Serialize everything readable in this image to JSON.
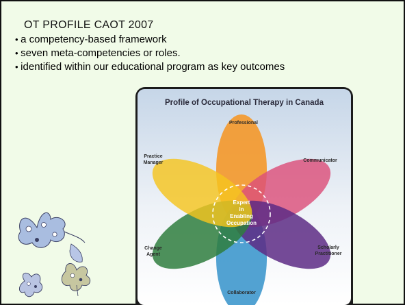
{
  "slide": {
    "title": "OT PROFILE CAOT 2007",
    "bullets": [
      "a competency-based framework",
      "seven meta-competencies or roles.",
      "identified within our educational program as key outcomes"
    ]
  },
  "diagram": {
    "title": "Profile of Occupational Therapy in Canada",
    "roles": {
      "professional": "Professional",
      "communicator": "Communicator",
      "practice_manager": [
        "Practice",
        "Manager"
      ],
      "change_agent": [
        "Change",
        "Agent"
      ],
      "scholarly_practitioner": [
        "Scholarly",
        "Practitioner"
      ],
      "collaborator": "Collaborator"
    },
    "center": [
      "Expert",
      "in",
      "Enabling",
      "Occupation"
    ]
  },
  "colors": {
    "slide_bg": "#f1fbe8",
    "orange": "#f39a2f",
    "pink": "#dc4f7a",
    "purple": "#5d2c85",
    "blue": "#3a95cc",
    "green": "#2f7e3e",
    "yellow": "#f5c51f"
  }
}
